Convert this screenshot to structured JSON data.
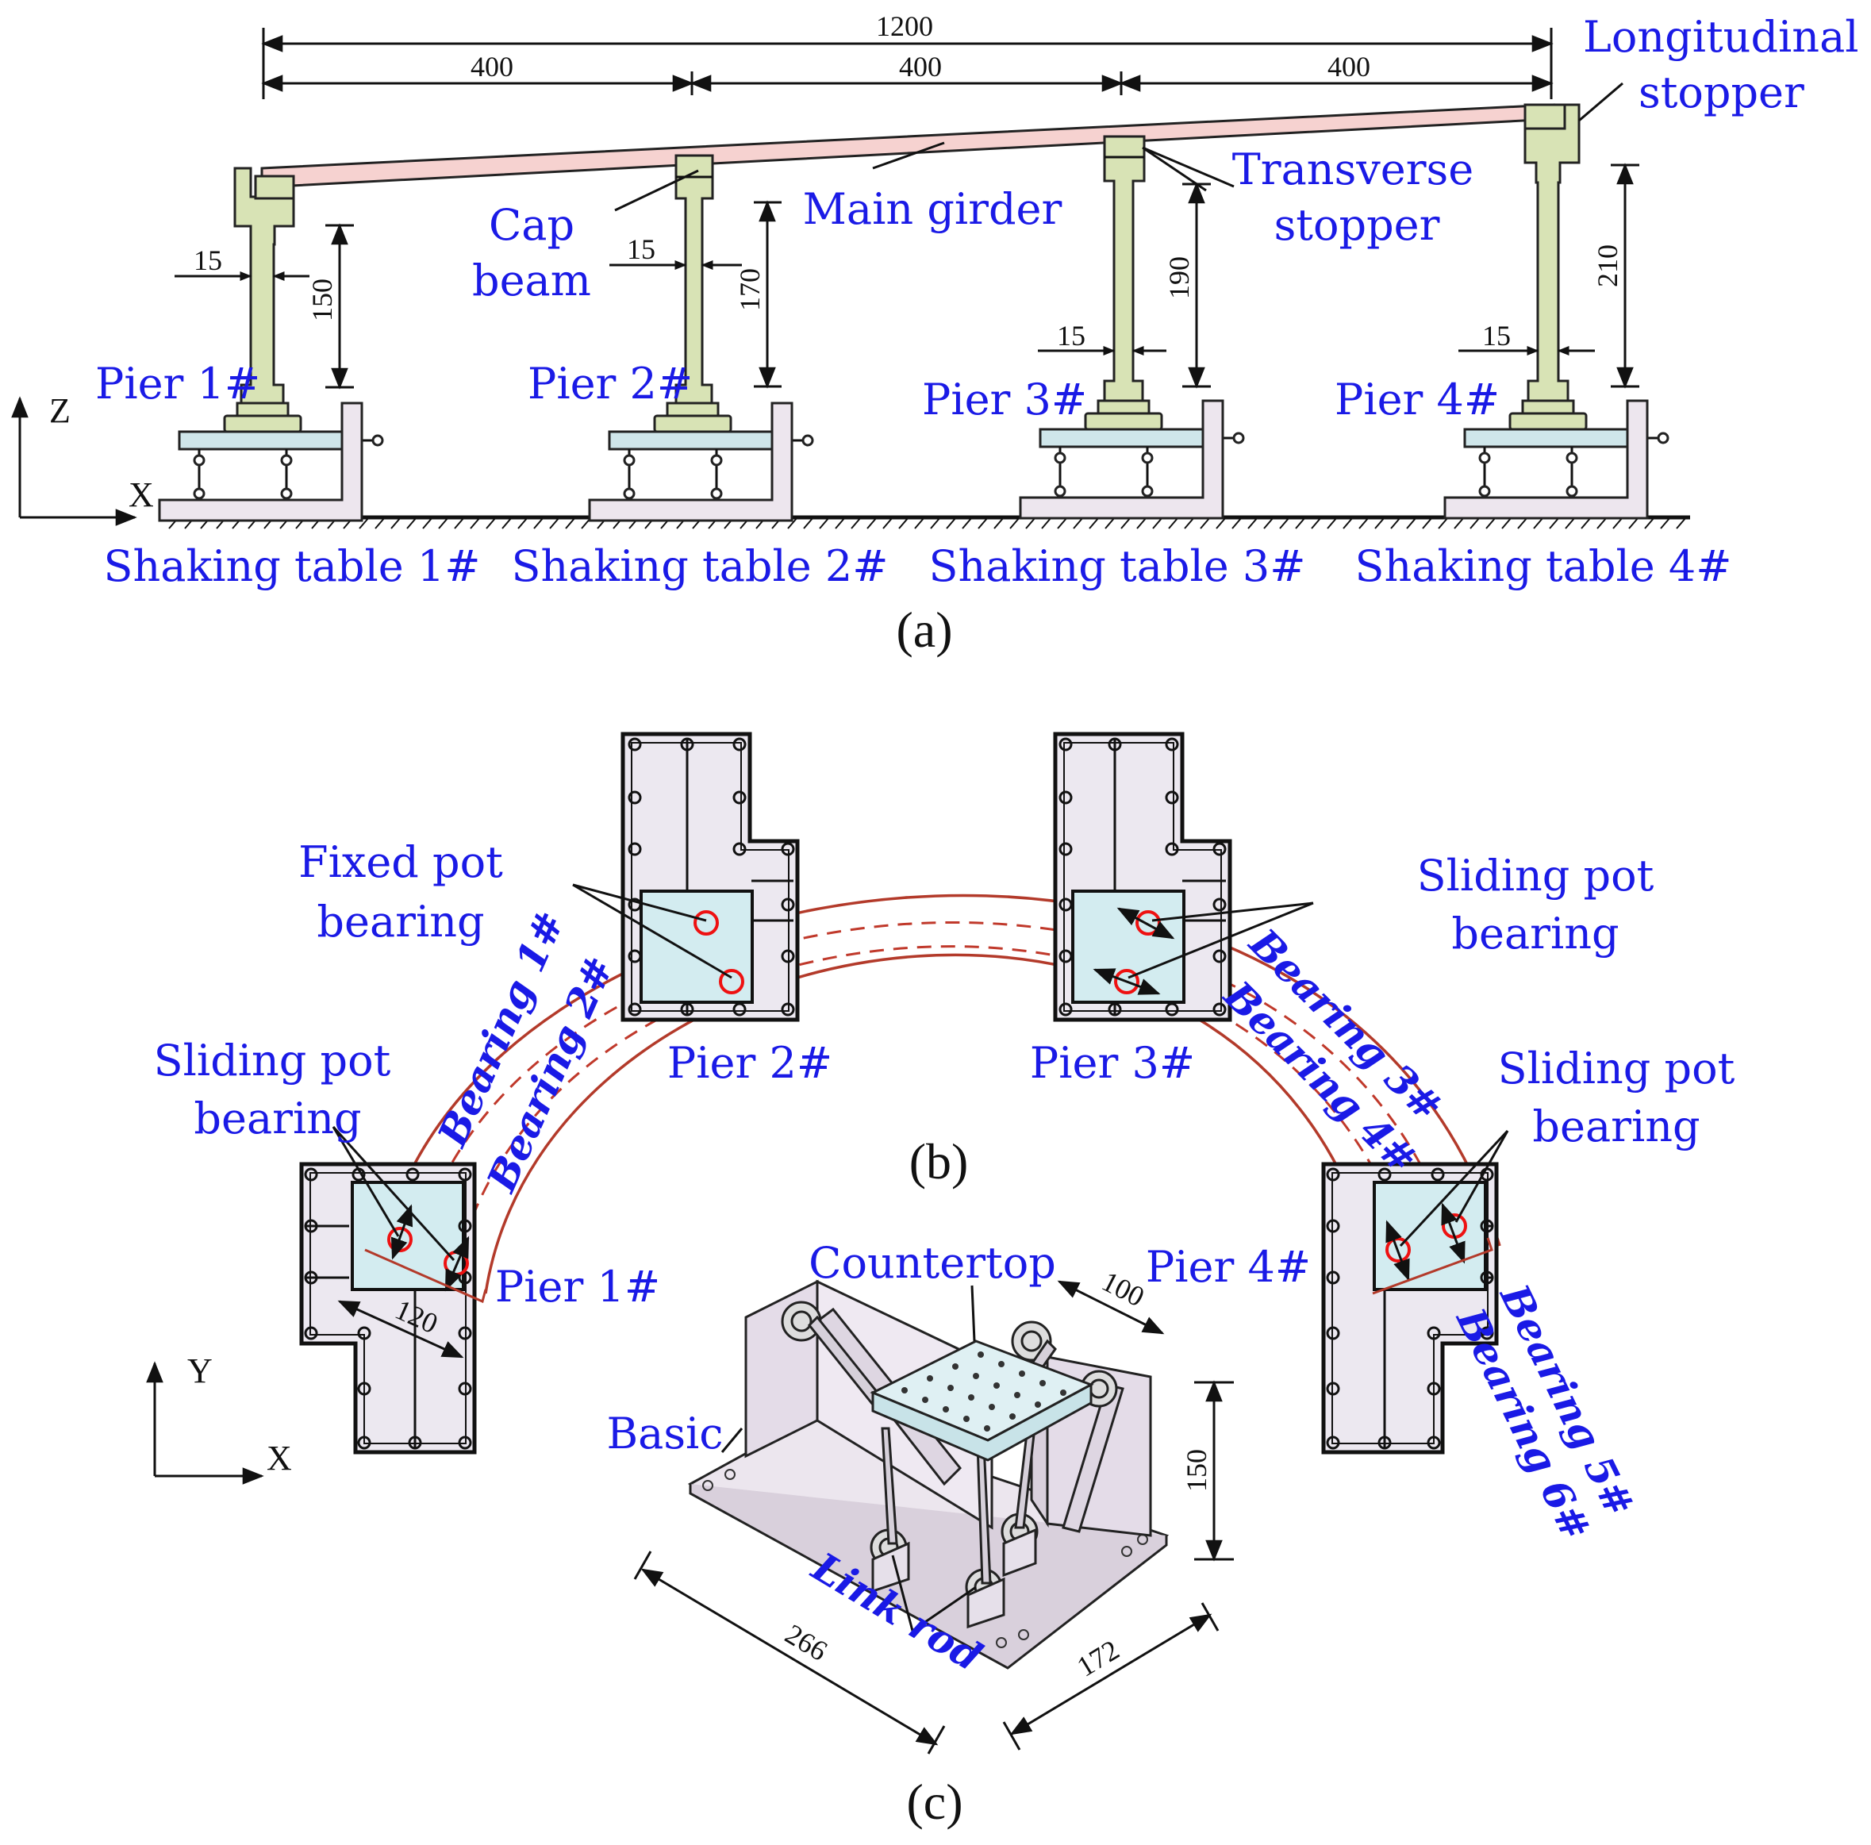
{
  "panel_a": {
    "dims": {
      "total": "1200",
      "span1": "400",
      "span2": "400",
      "span3": "400"
    },
    "labels": {
      "longitudinal_stopper": [
        "Longitudinal",
        "stopper"
      ],
      "cap_beam": [
        "Cap",
        "beam"
      ],
      "main_girder": "Main girder",
      "transverse_stopper": [
        "Transverse",
        "stopper"
      ]
    },
    "piers": [
      {
        "name": "Pier 1#",
        "width": "15",
        "height": "150",
        "table": "Shaking table 1#"
      },
      {
        "name": "Pier 2#",
        "width": "15",
        "height": "170",
        "table": "Shaking table 2#"
      },
      {
        "name": "Pier 3#",
        "width": "15",
        "height": "190",
        "table": "Shaking table 3#"
      },
      {
        "name": "Pier 4#",
        "width": "15",
        "height": "210",
        "table": "Shaking table 4#"
      }
    ],
    "axes": {
      "vertical": "Z",
      "horizontal": "X"
    },
    "caption": "(a)"
  },
  "panel_b": {
    "labels": {
      "fixed_pot": [
        "Fixed pot",
        "bearing"
      ],
      "sliding_pot_left": [
        "Sliding pot",
        "bearing"
      ],
      "sliding_pot_right": [
        "Sliding pot",
        "bearing"
      ],
      "sliding_pot_far_right": [
        "Sliding pot",
        "bearing"
      ]
    },
    "piers": [
      "Pier 1#",
      "Pier 2#",
      "Pier 3#",
      "Pier 4#"
    ],
    "bearings": [
      "Bearing 1#",
      "Bearing 2#",
      "Bearing 3#",
      "Bearing 4#",
      "Bearing 5#",
      "Bearing 6#"
    ],
    "dim_120": "120",
    "axes": {
      "vertical": "Y",
      "horizontal": "X"
    },
    "caption": "(b)"
  },
  "panel_c": {
    "labels": {
      "countertop": "Countertop",
      "basic": "Basic",
      "link_rod": "Link rod"
    },
    "dims": {
      "d100": "100",
      "d150": "150",
      "d266": "266",
      "d172": "172"
    },
    "caption": "(c)"
  }
}
